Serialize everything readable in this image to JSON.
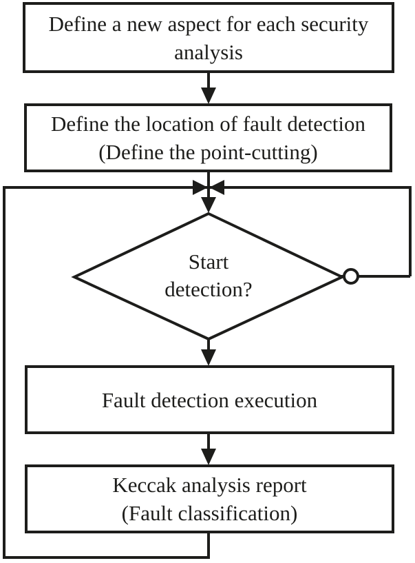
{
  "colors": {
    "stroke": "#1d1d1b",
    "node_fill": "#ffffff",
    "background": "#ffffff"
  },
  "nodes": {
    "define_aspect": {
      "line1": "Define a new aspect for each security",
      "line2": "analysis"
    },
    "define_location": {
      "line1": "Define the location of fault detection",
      "line2": "(Define the point-cutting)"
    },
    "start_detection": {
      "line1": "Start",
      "line2": "detection?"
    },
    "fault_execution": {
      "line1": "Fault detection execution"
    },
    "keccak_report": {
      "line1": "Keccak analysis report",
      "line2": "(Fault classification)"
    }
  },
  "edges": [
    {
      "from": "define_aspect",
      "to": "define_location",
      "style": "arrow-down"
    },
    {
      "from": "define_location",
      "to": "start_detection",
      "style": "arrow-down-through-merge-junction"
    },
    {
      "from": "start_detection",
      "to": "fault_execution",
      "style": "arrow-down"
    },
    {
      "from": "start_detection",
      "to": "merge_junction",
      "style": "loop-back-right-via-circle-connector"
    },
    {
      "from": "fault_execution",
      "to": "keccak_report",
      "style": "arrow-down"
    },
    {
      "from": "keccak_report",
      "to": "merge_junction",
      "style": "loop-back-left-side"
    }
  ]
}
